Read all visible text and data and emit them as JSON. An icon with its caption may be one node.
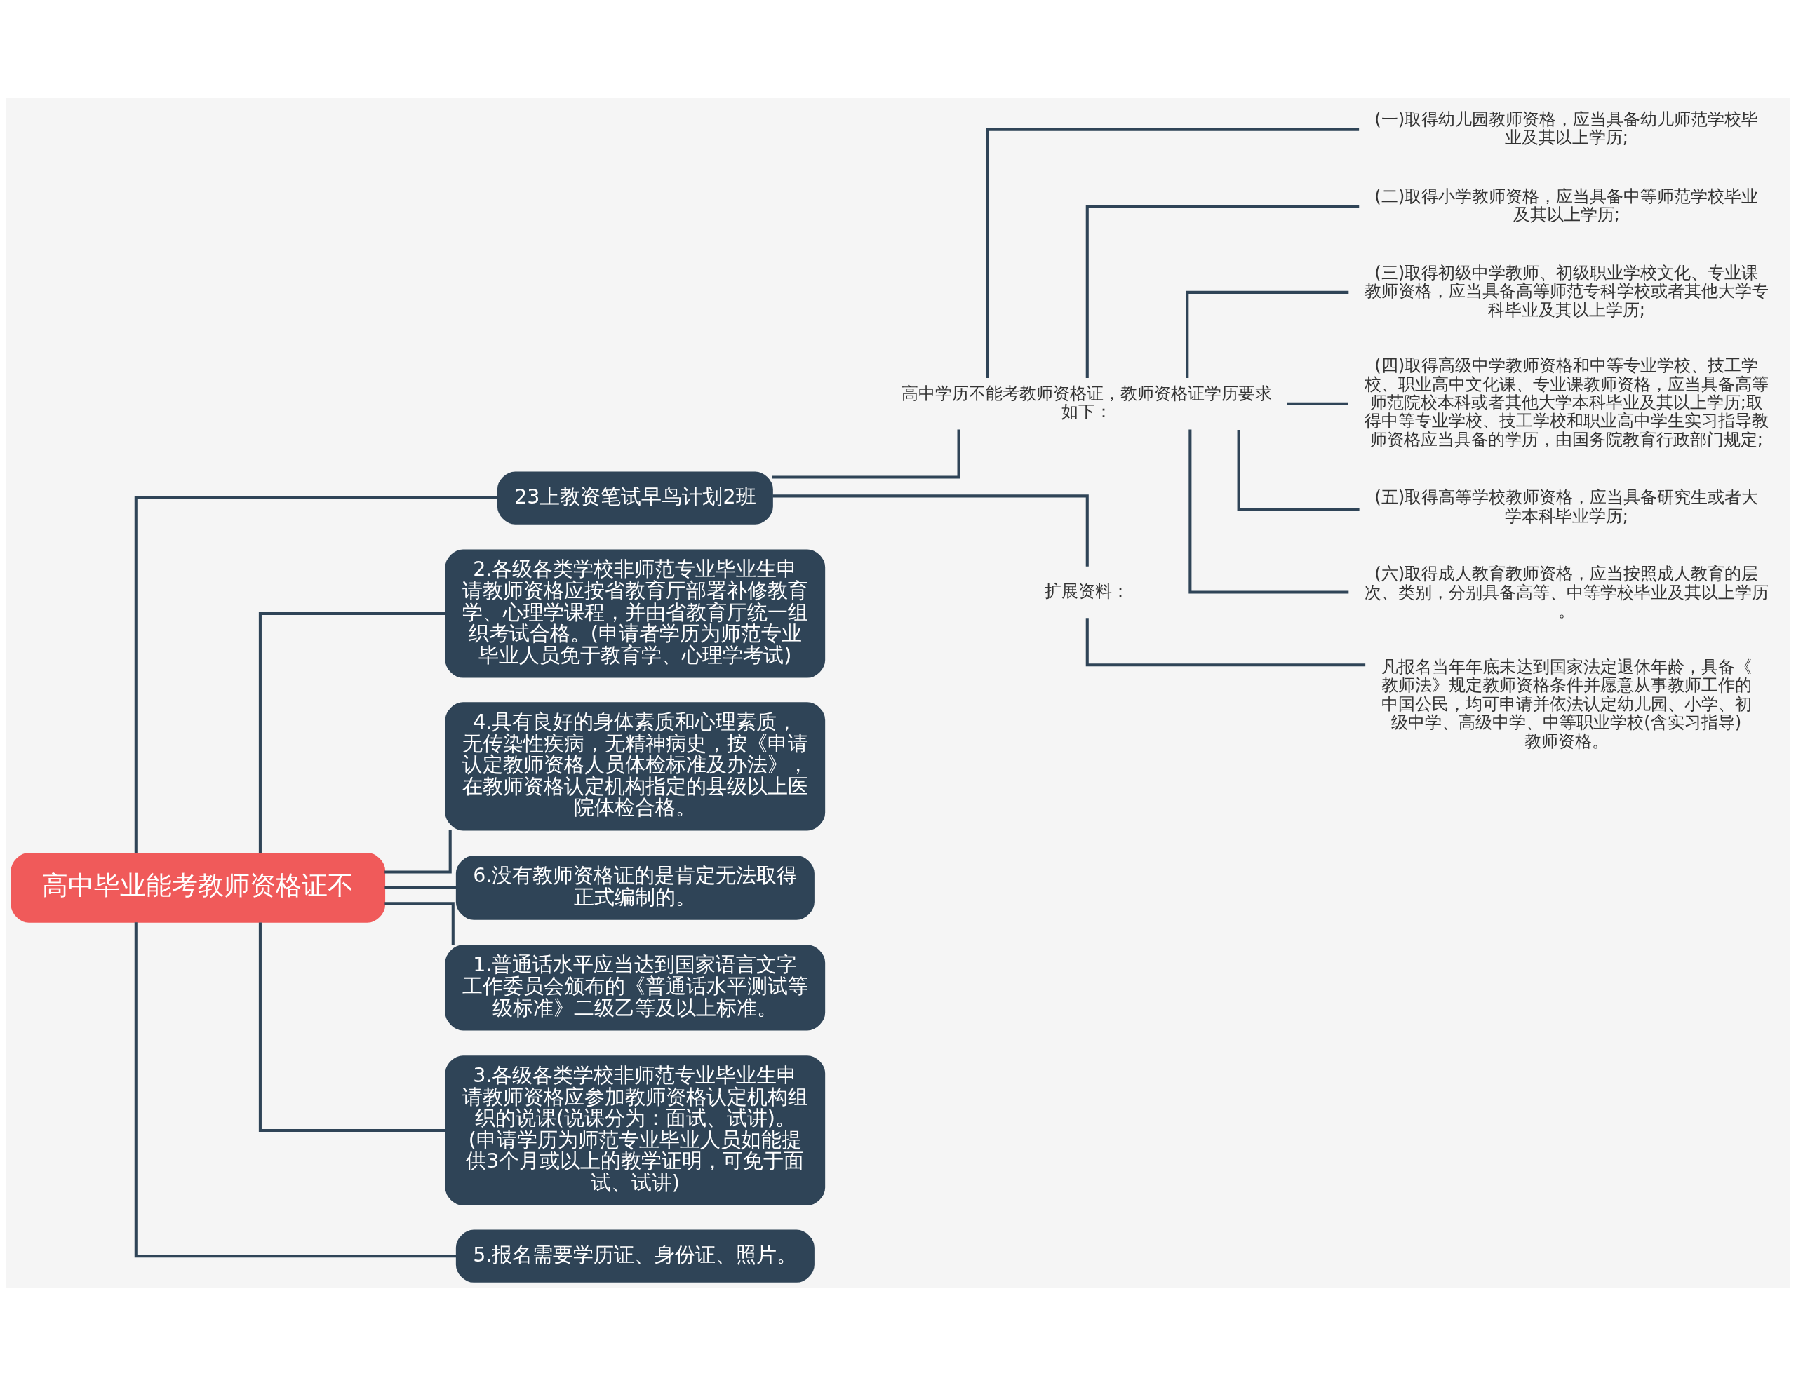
{
  "diagram": {
    "nodes": [
      {
        "text": [
          "高中毕业能考教师资格证不"
        ]
      },
      {
        "text": [
          "23上教资笔试早鸟计划2班"
        ]
      },
      {
        "text": [
          "高中学历不能考教师资格证，教师资格证学历要求如下："
        ]
      },
      {
        "text": [
          "(一)取得幼儿园教师资格，应当具备幼儿师范学校毕业及其以上学历;"
        ]
      },
      {
        "text": [
          "(二)取得小学教师资格，应当具备中等师范学校毕业及其以上学历;"
        ]
      },
      {
        "text": [
          "(三)取得初级中学教师、初级职业学校文化、专业课教师资格，应当具备高等师范专科学校或者其他大学专科毕业及其以上学历;"
        ]
      },
      {
        "text": [
          "(四)取得高级中学教师资格和中等专业学校、技工学校、职业高中文化课、专业课教师资格，应当具备高等师范院校本科或者其他大学本科毕业及其以上学历;取得中等专业学校、技工学校和职业高中学生实习指导教师资格应当具备的学历，由国务院教育行政部门规定;"
        ]
      },
      {
        "text": [
          "(五)取得高等学校教师资格，应当具备研究生或者大学本科毕业学历;"
        ]
      },
      {
        "text": [
          "(六)取得成人教育教师资格，应当按照成人教育的层次、类别，分别具备高等、中等学校毕业及其以上学历。"
        ]
      },
      {
        "text": [
          "扩展资料："
        ]
      },
      {
        "text": [
          "凡报名当年年底未达到国家法定退休年龄，具备《教师法》规定教师资格条件并愿意从事教师工作的中国公民，均可申请并依法认定幼儿园、小学、初级中学、高级中学、中等职业学校(含实习指导)教师资格。"
        ]
      },
      {
        "text": [
          "2.各级各类学校非师范专业毕业生申请教师资格应按省教育厅部署补修教育学、心理学课程，并由省教育厅统一组织考试合格。(申请者学历为师范专业毕业人员免于教育学、心理学考试)"
        ]
      },
      {
        "text": [
          "4.具有良好的身体素质和心理素质，无传染性疾病，无精神病史，按《申请认定教师资格人员体检标准及办法》，在教师资格认定机构指定的县级以上医院体检合格。"
        ]
      },
      {
        "text": [
          "6.没有教师资格证的是肯定无法取得正式编制的。"
        ]
      },
      {
        "text": [
          "1.普通话水平应当达到国家语言文字工作委员会颁布的《普通话水平测试等级标准》二级乙等及以上标准。"
        ]
      },
      {
        "text": [
          "3.各级各类学校非师范专业毕业生申请教师资格应参加教师资格认定机构组织的说课(说课分为：面试、试讲)。(申请学历为师范专业毕业人员如能提供3个月或以上的教学证明，可免于面试、试讲)"
        ]
      },
      {
        "text": [
          "5.报名需要学历证、身份证、照片。"
        ]
      }
    ],
    "edges": [
      {
        "from": 0,
        "to": 1,
        "arrow": "none"
      },
      {
        "from": 1,
        "to": 2,
        "arrow": "none"
      },
      {
        "from": 2,
        "to": 3,
        "arrow": "none"
      },
      {
        "from": 2,
        "to": 4,
        "arrow": "none"
      },
      {
        "from": 2,
        "to": 5,
        "arrow": "none"
      },
      {
        "from": 2,
        "to": 6,
        "arrow": "none"
      },
      {
        "from": 2,
        "to": 7,
        "arrow": "none"
      },
      {
        "from": 2,
        "to": 8,
        "arrow": "none"
      },
      {
        "from": 1,
        "to": 9,
        "arrow": "none"
      },
      {
        "from": 9,
        "to": 10,
        "arrow": "none"
      },
      {
        "from": 0,
        "to": 11,
        "arrow": "none"
      },
      {
        "from": 0,
        "to": 12,
        "arrow": "none"
      },
      {
        "from": 0,
        "to": 13,
        "arrow": "none"
      },
      {
        "from": 0,
        "to": 14,
        "arrow": "none"
      },
      {
        "from": 0,
        "to": 15,
        "arrow": "none"
      },
      {
        "from": 0,
        "to": 16,
        "arrow": "none"
      }
    ]
  }
}
